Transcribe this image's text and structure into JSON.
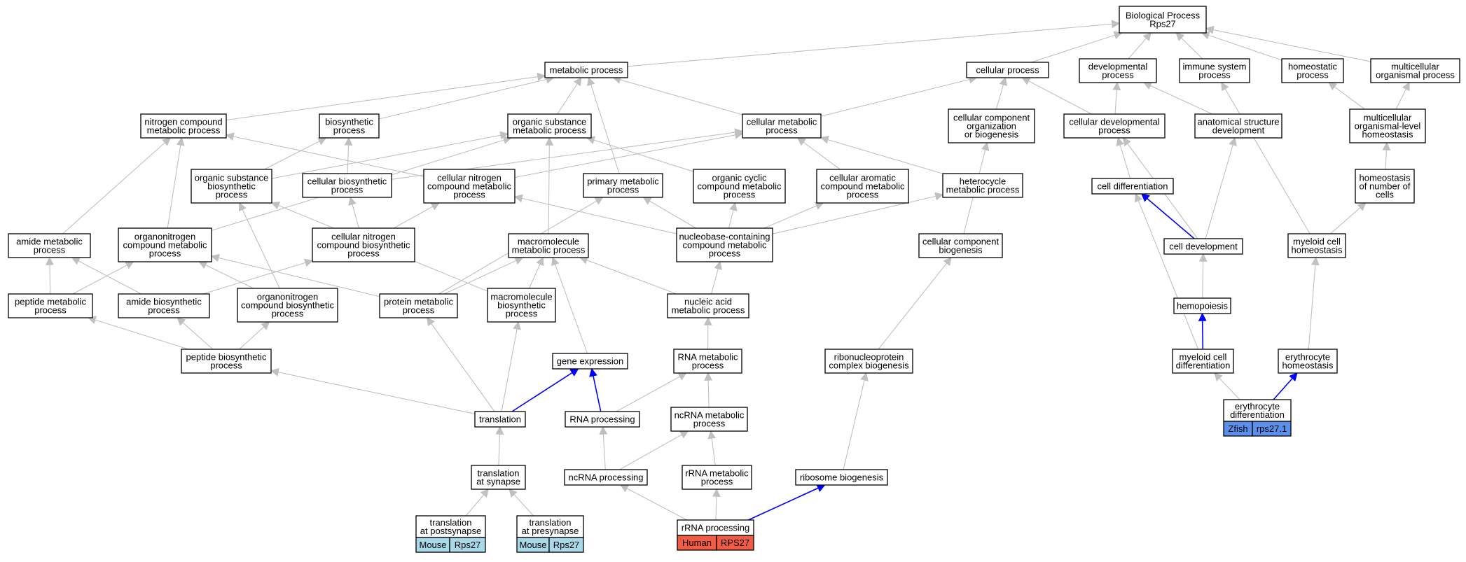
{
  "legend_colors": {
    "human": "#f25c45",
    "mouse": "#a9d8e8",
    "zfish": "#5b8fea",
    "blue_edge": "#0000ff",
    "gray_edge": "#c0c0c0"
  },
  "nodes": {
    "bp": [
      "Biological Process",
      "Rps27"
    ],
    "metabolic": [
      "metabolic process"
    ],
    "cellular": [
      "cellular process"
    ],
    "developmental": [
      "developmental",
      "process"
    ],
    "immune": [
      "immune system",
      "process"
    ],
    "homeostatic": [
      "homeostatic",
      "process"
    ],
    "multicellular": [
      "multicellular",
      "organismal process"
    ],
    "nitrogen": [
      "nitrogen compound",
      "metabolic process"
    ],
    "biosynthetic": [
      "biosynthetic",
      "process"
    ],
    "organic_sub": [
      "organic substance",
      "metabolic process"
    ],
    "cell_metab": [
      "cellular metabolic",
      "process"
    ],
    "cc_org": [
      "cellular component",
      "organization",
      "or biogenesis"
    ],
    "cell_dev_proc": [
      "cellular developmental",
      "process"
    ],
    "anat": [
      "anatomical structure",
      "development"
    ],
    "multi_homeo": [
      "multicellular",
      "organismal-level",
      "homeostasis"
    ],
    "org_sub_bio": [
      "organic substance",
      "biosynthetic",
      "process"
    ],
    "cell_bio": [
      "cellular biosynthetic",
      "process"
    ],
    "cell_nit_metab": [
      "cellular nitrogen",
      "compound metabolic",
      "process"
    ],
    "primary": [
      "primary metabolic",
      "process"
    ],
    "org_cyclic": [
      "organic cyclic",
      "compound metabolic",
      "process"
    ],
    "cell_arom": [
      "cellular aromatic",
      "compound metabolic",
      "process"
    ],
    "hetero": [
      "heterocycle",
      "metabolic process"
    ],
    "cell_diff": [
      "cell differentiation"
    ],
    "homeo_cells": [
      "homeostasis",
      "of number of",
      "cells"
    ],
    "amide_metab": [
      "amide metabolic",
      "process"
    ],
    "organonit_metab": [
      "organonitrogen",
      "compound metabolic",
      "process"
    ],
    "cell_nit_bio": [
      "cellular nitrogen",
      "compound biosynthetic",
      "process"
    ],
    "macro_metab": [
      "macromolecule",
      "metabolic process"
    ],
    "nucleobase": [
      "nucleobase-containing",
      "compound metabolic",
      "process"
    ],
    "cc_biogen": [
      "cellular component",
      "biogenesis"
    ],
    "cell_dev": [
      "cell development"
    ],
    "myeloid_homeo": [
      "myeloid cell",
      "homeostasis"
    ],
    "peptide_metab": [
      "peptide metabolic",
      "process"
    ],
    "amide_bio": [
      "amide biosynthetic",
      "process"
    ],
    "organonit_bio": [
      "organonitrogen",
      "compound biosynthetic",
      "process"
    ],
    "protein_metab": [
      "protein metabolic",
      "process"
    ],
    "macro_bio": [
      "macromolecule",
      "biosynthetic",
      "process"
    ],
    "nucleic": [
      "nucleic acid",
      "metabolic process"
    ],
    "hemopoiesis": [
      "hemopoiesis"
    ],
    "peptide_bio": [
      "peptide biosynthetic",
      "process"
    ],
    "gene_expr": [
      "gene expression"
    ],
    "rna_metab": [
      "RNA metabolic",
      "process"
    ],
    "ribonucleo": [
      "ribonucleoprotein",
      "complex biogenesis"
    ],
    "myeloid_diff": [
      "myeloid cell",
      "differentiation"
    ],
    "ery_homeo": [
      "erythrocyte",
      "homeostasis"
    ],
    "translation": [
      "translation"
    ],
    "rna_proc": [
      "RNA processing"
    ],
    "ncrna_metab": [
      "ncRNA metabolic",
      "process"
    ],
    "ery_diff": [
      "erythrocyte",
      "differentiation"
    ],
    "trans_syn": [
      "translation",
      "at synapse"
    ],
    "ncrna_proc": [
      "ncRNA processing"
    ],
    "rrna_metab": [
      "rRNA metabolic",
      "process"
    ],
    "ribo_biogen": [
      "ribosome biogenesis"
    ],
    "trans_post": [
      "translation",
      "at postsynapse"
    ],
    "trans_pre": [
      "translation",
      "at presynapse"
    ],
    "rrna_proc": [
      "rRNA processing"
    ]
  },
  "gene_tags": {
    "ery_diff": [
      "Zfish",
      "rps27.1"
    ],
    "trans_post": [
      "Mouse",
      "Rps27"
    ],
    "trans_pre": [
      "Mouse",
      "Rps27"
    ],
    "rrna_proc": [
      "Human",
      "RPS27"
    ]
  },
  "edges": [
    [
      "metabolic",
      "bp",
      "g"
    ],
    [
      "cellular",
      "bp",
      "g"
    ],
    [
      "developmental",
      "bp",
      "g"
    ],
    [
      "immune",
      "bp",
      "g"
    ],
    [
      "homeostatic",
      "bp",
      "g"
    ],
    [
      "multicellular",
      "bp",
      "g"
    ],
    [
      "nitrogen",
      "metabolic",
      "g"
    ],
    [
      "biosynthetic",
      "metabolic",
      "g"
    ],
    [
      "organic_sub",
      "metabolic",
      "g"
    ],
    [
      "cell_metab",
      "metabolic",
      "g"
    ],
    [
      "primary",
      "metabolic",
      "g"
    ],
    [
      "cell_metab",
      "cellular",
      "g"
    ],
    [
      "cc_org",
      "cellular",
      "g"
    ],
    [
      "cell_dev_proc",
      "cellular",
      "g"
    ],
    [
      "cell_dev_proc",
      "developmental",
      "g"
    ],
    [
      "anat",
      "developmental",
      "g"
    ],
    [
      "myeloid_homeo",
      "immune",
      "g"
    ],
    [
      "multi_homeo",
      "homeostatic",
      "g"
    ],
    [
      "multi_homeo",
      "multicellular",
      "g"
    ],
    [
      "cell_nit_metab",
      "nitrogen",
      "g"
    ],
    [
      "organonit_metab",
      "nitrogen",
      "g"
    ],
    [
      "amide_metab",
      "nitrogen",
      "g"
    ],
    [
      "org_sub_bio",
      "biosynthetic",
      "g"
    ],
    [
      "cell_bio",
      "biosynthetic",
      "g"
    ],
    [
      "org_sub_bio",
      "organic_sub",
      "g"
    ],
    [
      "organonit_metab",
      "organic_sub",
      "g"
    ],
    [
      "macro_metab",
      "organic_sub",
      "g"
    ],
    [
      "org_cyclic",
      "organic_sub",
      "g"
    ],
    [
      "cell_bio",
      "cell_metab",
      "g"
    ],
    [
      "cell_nit_metab",
      "cell_metab",
      "g"
    ],
    [
      "cell_arom",
      "cell_metab",
      "g"
    ],
    [
      "hetero",
      "cell_metab",
      "g"
    ],
    [
      "cc_biogen",
      "cc_org",
      "g"
    ],
    [
      "cell_diff",
      "cell_dev_proc",
      "g"
    ],
    [
      "cell_dev",
      "cell_dev_proc",
      "g"
    ],
    [
      "cell_dev",
      "anat",
      "g"
    ],
    [
      "homeo_cells",
      "multi_homeo",
      "g"
    ],
    [
      "myeloid_homeo",
      "homeo_cells",
      "g"
    ],
    [
      "cell_nit_bio",
      "cell_bio",
      "g"
    ],
    [
      "cell_nit_bio",
      "cell_nit_metab",
      "g"
    ],
    [
      "nucleobase",
      "cell_nit_metab",
      "g"
    ],
    [
      "nucleobase",
      "primary",
      "g"
    ],
    [
      "nucleobase",
      "org_cyclic",
      "g"
    ],
    [
      "nucleobase",
      "cell_arom",
      "g"
    ],
    [
      "nucleobase",
      "hetero",
      "g"
    ],
    [
      "organonit_bio",
      "org_sub_bio",
      "g"
    ],
    [
      "macro_bio",
      "org_sub_bio",
      "g"
    ],
    [
      "cell_dev",
      "cell_diff",
      "b"
    ],
    [
      "myeloid_diff",
      "cell_diff",
      "g"
    ],
    [
      "peptide_metab",
      "amide_metab",
      "g"
    ],
    [
      "amide_bio",
      "amide_metab",
      "g"
    ],
    [
      "peptide_metab",
      "organonit_metab",
      "g"
    ],
    [
      "organonit_bio",
      "organonit_metab",
      "g"
    ],
    [
      "protein_metab",
      "organonit_metab",
      "g"
    ],
    [
      "amide_bio",
      "cell_nit_bio",
      "g"
    ],
    [
      "protein_metab",
      "macro_metab",
      "g"
    ],
    [
      "macro_bio",
      "macro_metab",
      "g"
    ],
    [
      "nucleic",
      "macro_metab",
      "g"
    ],
    [
      "gene_expr",
      "macro_metab",
      "g"
    ],
    [
      "nucleic",
      "nucleobase",
      "g"
    ],
    [
      "protein_metab",
      "primary",
      "g"
    ],
    [
      "ribonucleo",
      "cc_biogen",
      "g"
    ],
    [
      "hemopoiesis",
      "cell_dev",
      "g"
    ],
    [
      "ery_homeo",
      "myeloid_homeo",
      "g"
    ],
    [
      "peptide_bio",
      "peptide_metab",
      "g"
    ],
    [
      "peptide_bio",
      "amide_bio",
      "g"
    ],
    [
      "peptide_bio",
      "organonit_bio",
      "g"
    ],
    [
      "translation",
      "protein_metab",
      "g"
    ],
    [
      "translation",
      "macro_bio",
      "g"
    ],
    [
      "rna_metab",
      "nucleic",
      "g"
    ],
    [
      "myeloid_diff",
      "hemopoiesis",
      "b"
    ],
    [
      "translation",
      "peptide_bio",
      "g"
    ],
    [
      "translation",
      "gene_expr",
      "b"
    ],
    [
      "rna_proc",
      "gene_expr",
      "b"
    ],
    [
      "rna_proc",
      "rna_metab",
      "g"
    ],
    [
      "ncrna_metab",
      "rna_metab",
      "g"
    ],
    [
      "ribo_biogen",
      "ribonucleo",
      "g"
    ],
    [
      "ery_diff",
      "myeloid_diff",
      "g"
    ],
    [
      "ery_diff",
      "ery_homeo",
      "b"
    ],
    [
      "trans_syn",
      "translation",
      "g"
    ],
    [
      "ncrna_proc",
      "rna_proc",
      "g"
    ],
    [
      "ncrna_proc",
      "ncrna_metab",
      "g"
    ],
    [
      "rrna_metab",
      "ncrna_metab",
      "g"
    ],
    [
      "trans_post",
      "trans_syn",
      "g"
    ],
    [
      "trans_pre",
      "trans_syn",
      "g"
    ],
    [
      "rrna_proc",
      "ncrna_proc",
      "g"
    ],
    [
      "rrna_proc",
      "rrna_metab",
      "g"
    ],
    [
      "rrna_proc",
      "ribo_biogen",
      "b"
    ]
  ]
}
